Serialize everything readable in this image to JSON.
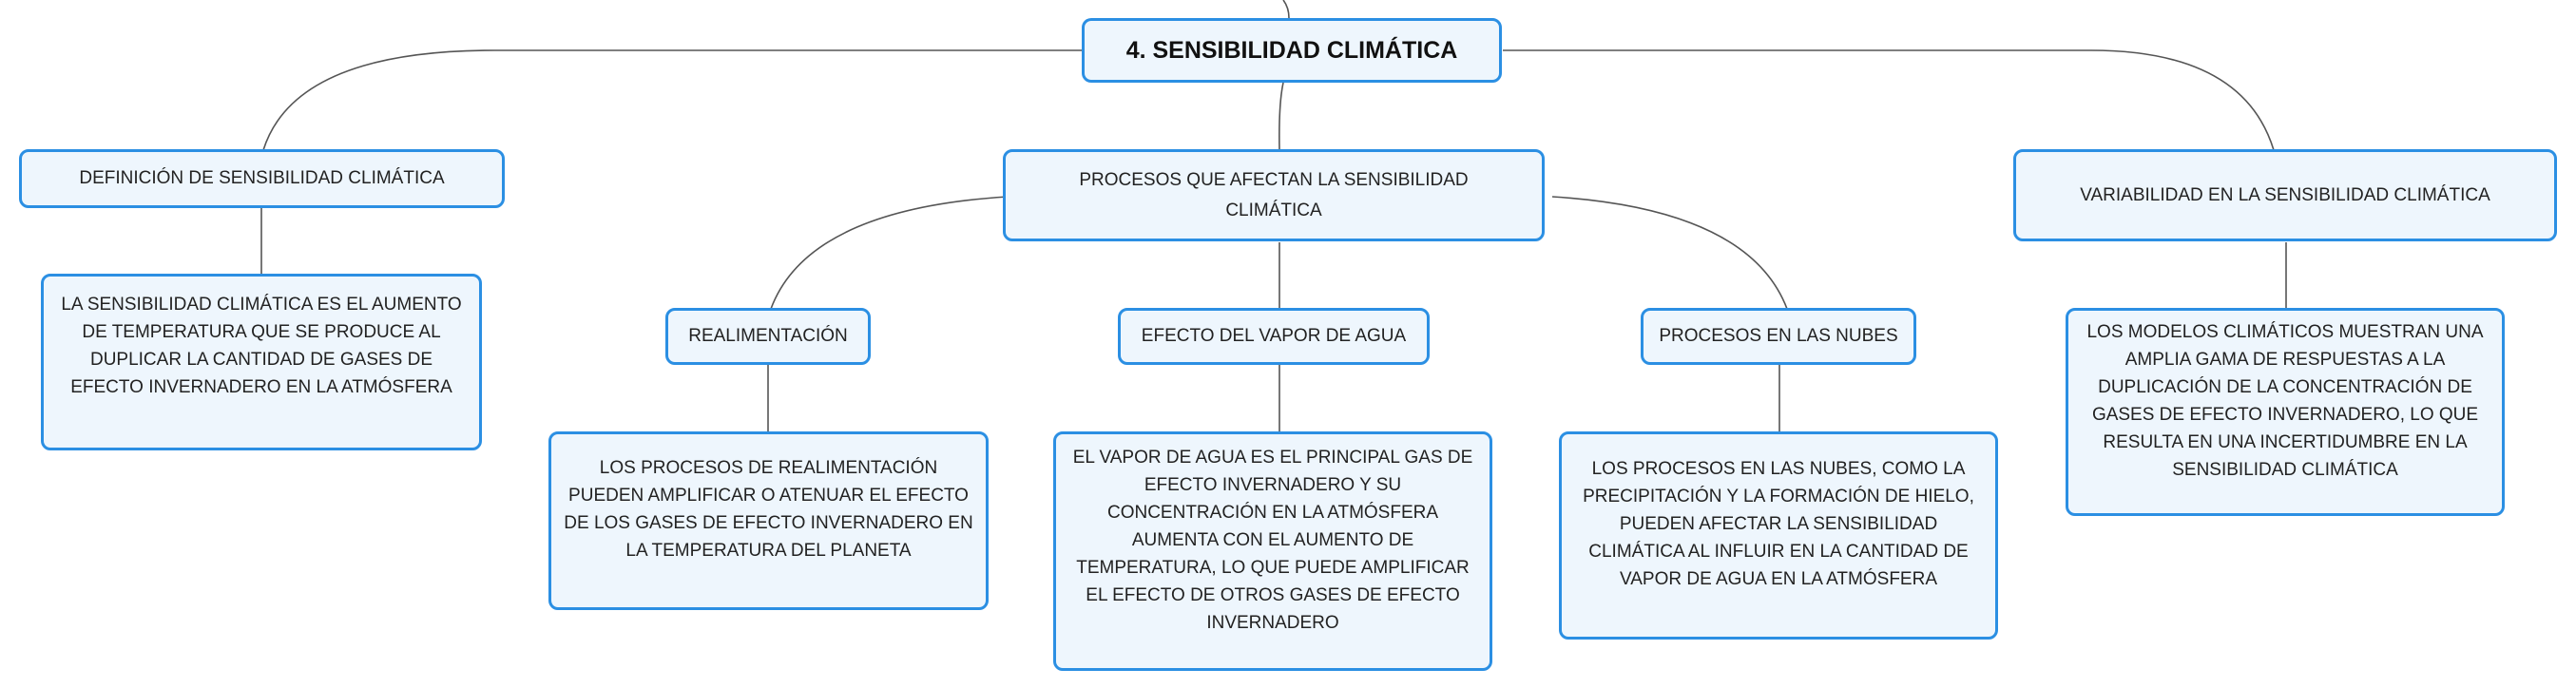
{
  "root": {
    "label": "4. SENSIBILIDAD CLIMÁTICA"
  },
  "branches": [
    {
      "label": "DEFINICIÓN DE SENSIBILIDAD CLIMÁTICA",
      "detail": "LA SENSIBILIDAD CLIMÁTICA ES EL AUMENTO DE TEMPERATURA QUE SE PRODUCE AL DUPLICAR LA CANTIDAD DE GASES DE EFECTO INVERNADERO EN LA ATMÓSFERA"
    },
    {
      "label": "PROCESOS QUE AFECTAN LA SENSIBILIDAD CLIMÁTICA",
      "children": [
        {
          "label": "REALIMENTACIÓN",
          "detail": "LOS PROCESOS DE REALIMENTACIÓN PUEDEN AMPLIFICAR O ATENUAR EL EFECTO DE LOS GASES DE EFECTO INVERNADERO EN LA TEMPERATURA DEL PLANETA"
        },
        {
          "label": "EFECTO DEL VAPOR DE AGUA",
          "detail": "EL VAPOR DE AGUA ES EL PRINCIPAL GAS DE EFECTO INVERNADERO Y SU CONCENTRACIÓN EN LA ATMÓSFERA AUMENTA CON EL AUMENTO DE TEMPERATURA, LO QUE PUEDE AMPLIFICAR EL EFECTO DE OTROS GASES DE EFECTO INVERNADERO"
        },
        {
          "label": "PROCESOS EN LAS NUBES",
          "detail": "LOS PROCESOS EN LAS NUBES, COMO LA PRECIPITACIÓN Y LA FORMACIÓN DE HIELO, PUEDEN AFECTAR LA SENSIBILIDAD CLIMÁTICA AL INFLUIR EN LA CANTIDAD DE VAPOR DE AGUA EN LA ATMÓSFERA"
        }
      ]
    },
    {
      "label": "VARIABILIDAD EN LA SENSIBILIDAD CLIMÁTICA",
      "detail": "LOS MODELOS CLIMÁTICOS MUESTRAN UNA AMPLIA GAMA DE RESPUESTAS A LA DUPLICACIÓN DE LA CONCENTRACIÓN DE GASES DE EFECTO INVERNADERO, LO QUE RESULTA EN UNA INCERTIDUMBRE EN LA SENSIBILIDAD CLIMÁTICA"
    }
  ]
}
